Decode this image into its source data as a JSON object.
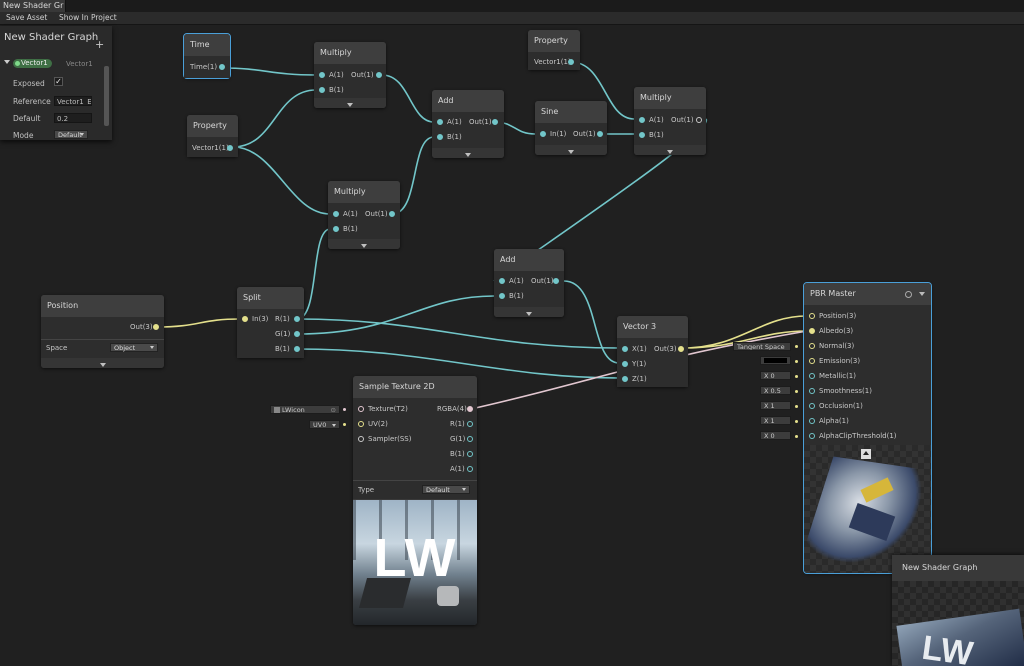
{
  "window": {
    "tab_title": "New Shader Gr"
  },
  "toolbar": {
    "save_asset": "Save Asset",
    "show_in_project": "Show In Project"
  },
  "blackboard": {
    "title": "New Shader Graph",
    "property_name": "Vector1",
    "property_type": "Vector1",
    "exposed_label": "Exposed",
    "reference_label": "Reference",
    "reference_value": "Vector1_E",
    "default_label": "Default",
    "default_value": "0.2",
    "mode_label": "Mode",
    "mode_value": "Default"
  },
  "nodes": {
    "time": {
      "title": "Time",
      "out": "Time(1)"
    },
    "property_top": {
      "title": "Property",
      "out": "Vector1(1)"
    },
    "property_left": {
      "title": "Property",
      "out": "Vector1(1)"
    },
    "multiply1": {
      "title": "Multiply",
      "in_a": "A(1)",
      "in_b": "B(1)",
      "out": "Out(1)"
    },
    "multiply2": {
      "title": "Multiply",
      "in_a": "A(1)",
      "in_b": "B(1)",
      "out": "Out(1)"
    },
    "multiply3": {
      "title": "Multiply",
      "in_a": "A(1)",
      "in_b": "B(1)",
      "out": "Out(1)"
    },
    "add1": {
      "title": "Add",
      "in_a": "A(1)",
      "in_b": "B(1)",
      "out": "Out(1)"
    },
    "add2": {
      "title": "Add",
      "in_a": "A(1)",
      "in_b": "B(1)",
      "out": "Out(1)"
    },
    "sine": {
      "title": "Sine",
      "in": "In(1)",
      "out": "Out(1)"
    },
    "position": {
      "title": "Position",
      "out": "Out(3)",
      "space_label": "Space",
      "space_value": "Object"
    },
    "split": {
      "title": "Split",
      "in": "In(3)",
      "r": "R(1)",
      "g": "G(1)",
      "b": "B(1)"
    },
    "vector3": {
      "title": "Vector 3",
      "x": "X(1)",
      "y": "Y(1)",
      "z": "Z(1)",
      "out": "Out(3)"
    },
    "sample": {
      "title": "Sample Texture 2D",
      "texture": "Texture(T2)",
      "uv": "UV(2)",
      "sampler": "Sampler(SS)",
      "rgba": "RGBA(4)",
      "r": "R(1)",
      "g": "G(1)",
      "b": "B(1)",
      "a": "A(1)",
      "type_label": "Type",
      "type_value": "Default",
      "texture_chip": "LWicon",
      "uv_chip": "UV0",
      "preview_text": "LW"
    },
    "pbr": {
      "title": "PBR Master",
      "ports": [
        "Position(3)",
        "Albedo(3)",
        "Normal(3)",
        "Emission(3)",
        "Metallic(1)",
        "Smoothness(1)",
        "Occlusion(1)",
        "Alpha(1)",
        "AlphaClipThreshold(1)"
      ],
      "normal_chip": "Tangent Space",
      "metallic": "0",
      "smoothness": "0.5",
      "occlusion": "1",
      "alpha": "1",
      "alpha_clip": "0",
      "x_label": "X"
    }
  },
  "main_preview": {
    "title": "New Shader Graph"
  },
  "colors": {
    "background": "#202020",
    "node_header": "#3e3e3e",
    "node_body": "#2d2d2d",
    "wire_float": "#72c6c9",
    "wire_vector3": "#e4e08c",
    "wire_vector4": "#e2c7d0",
    "selection": "#4a9fd8"
  }
}
